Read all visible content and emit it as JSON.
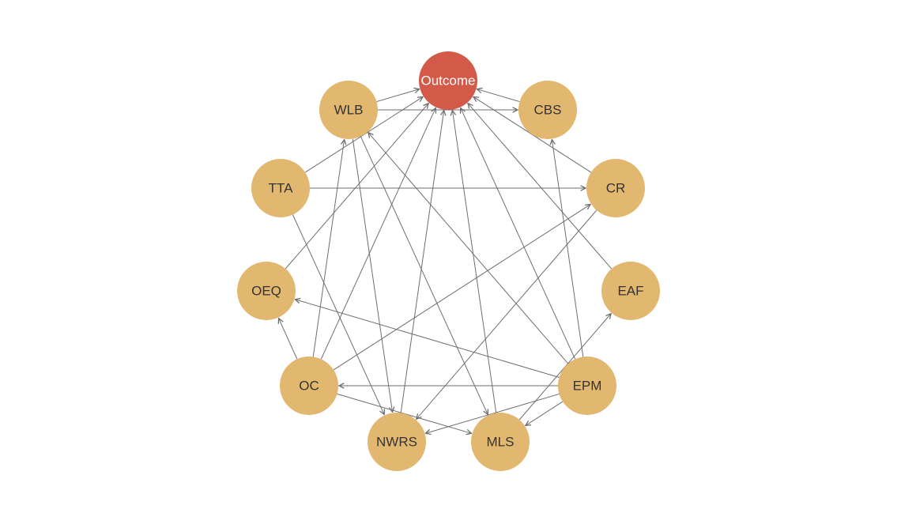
{
  "graph": {
    "colors": {
      "outcome": "#d35a48",
      "node": "#e2b870",
      "edge": "#6e6e6e"
    },
    "nodes": [
      {
        "id": "Outcome",
        "label": "Outcome",
        "type": "outcome"
      },
      {
        "id": "WLB",
        "label": "WLB"
      },
      {
        "id": "CBS",
        "label": "CBS"
      },
      {
        "id": "TTA",
        "label": "TTA"
      },
      {
        "id": "CR",
        "label": "CR"
      },
      {
        "id": "OEQ",
        "label": "OEQ"
      },
      {
        "id": "EAF",
        "label": "EAF"
      },
      {
        "id": "OC",
        "label": "OC"
      },
      {
        "id": "EPM",
        "label": "EPM"
      },
      {
        "id": "NWRS",
        "label": "NWRS"
      },
      {
        "id": "MLS",
        "label": "MLS"
      }
    ],
    "edges": [
      [
        "WLB",
        "Outcome"
      ],
      [
        "WLB",
        "CBS"
      ],
      [
        "WLB",
        "NWRS"
      ],
      [
        "WLB",
        "MLS"
      ],
      [
        "CBS",
        "Outcome"
      ],
      [
        "TTA",
        "Outcome"
      ],
      [
        "TTA",
        "CR"
      ],
      [
        "TTA",
        "NWRS"
      ],
      [
        "CR",
        "Outcome"
      ],
      [
        "CR",
        "NWRS"
      ],
      [
        "OEQ",
        "Outcome"
      ],
      [
        "EAF",
        "Outcome"
      ],
      [
        "OC",
        "OEQ"
      ],
      [
        "OC",
        "WLB"
      ],
      [
        "OC",
        "Outcome"
      ],
      [
        "OC",
        "CR"
      ],
      [
        "OC",
        "MLS"
      ],
      [
        "EPM",
        "OC"
      ],
      [
        "EPM",
        "OEQ"
      ],
      [
        "EPM",
        "NWRS"
      ],
      [
        "EPM",
        "MLS"
      ],
      [
        "EPM",
        "WLB"
      ],
      [
        "EPM",
        "Outcome"
      ],
      [
        "EPM",
        "CBS"
      ],
      [
        "NWRS",
        "Outcome"
      ],
      [
        "MLS",
        "Outcome"
      ],
      [
        "MLS",
        "EAF"
      ]
    ]
  }
}
